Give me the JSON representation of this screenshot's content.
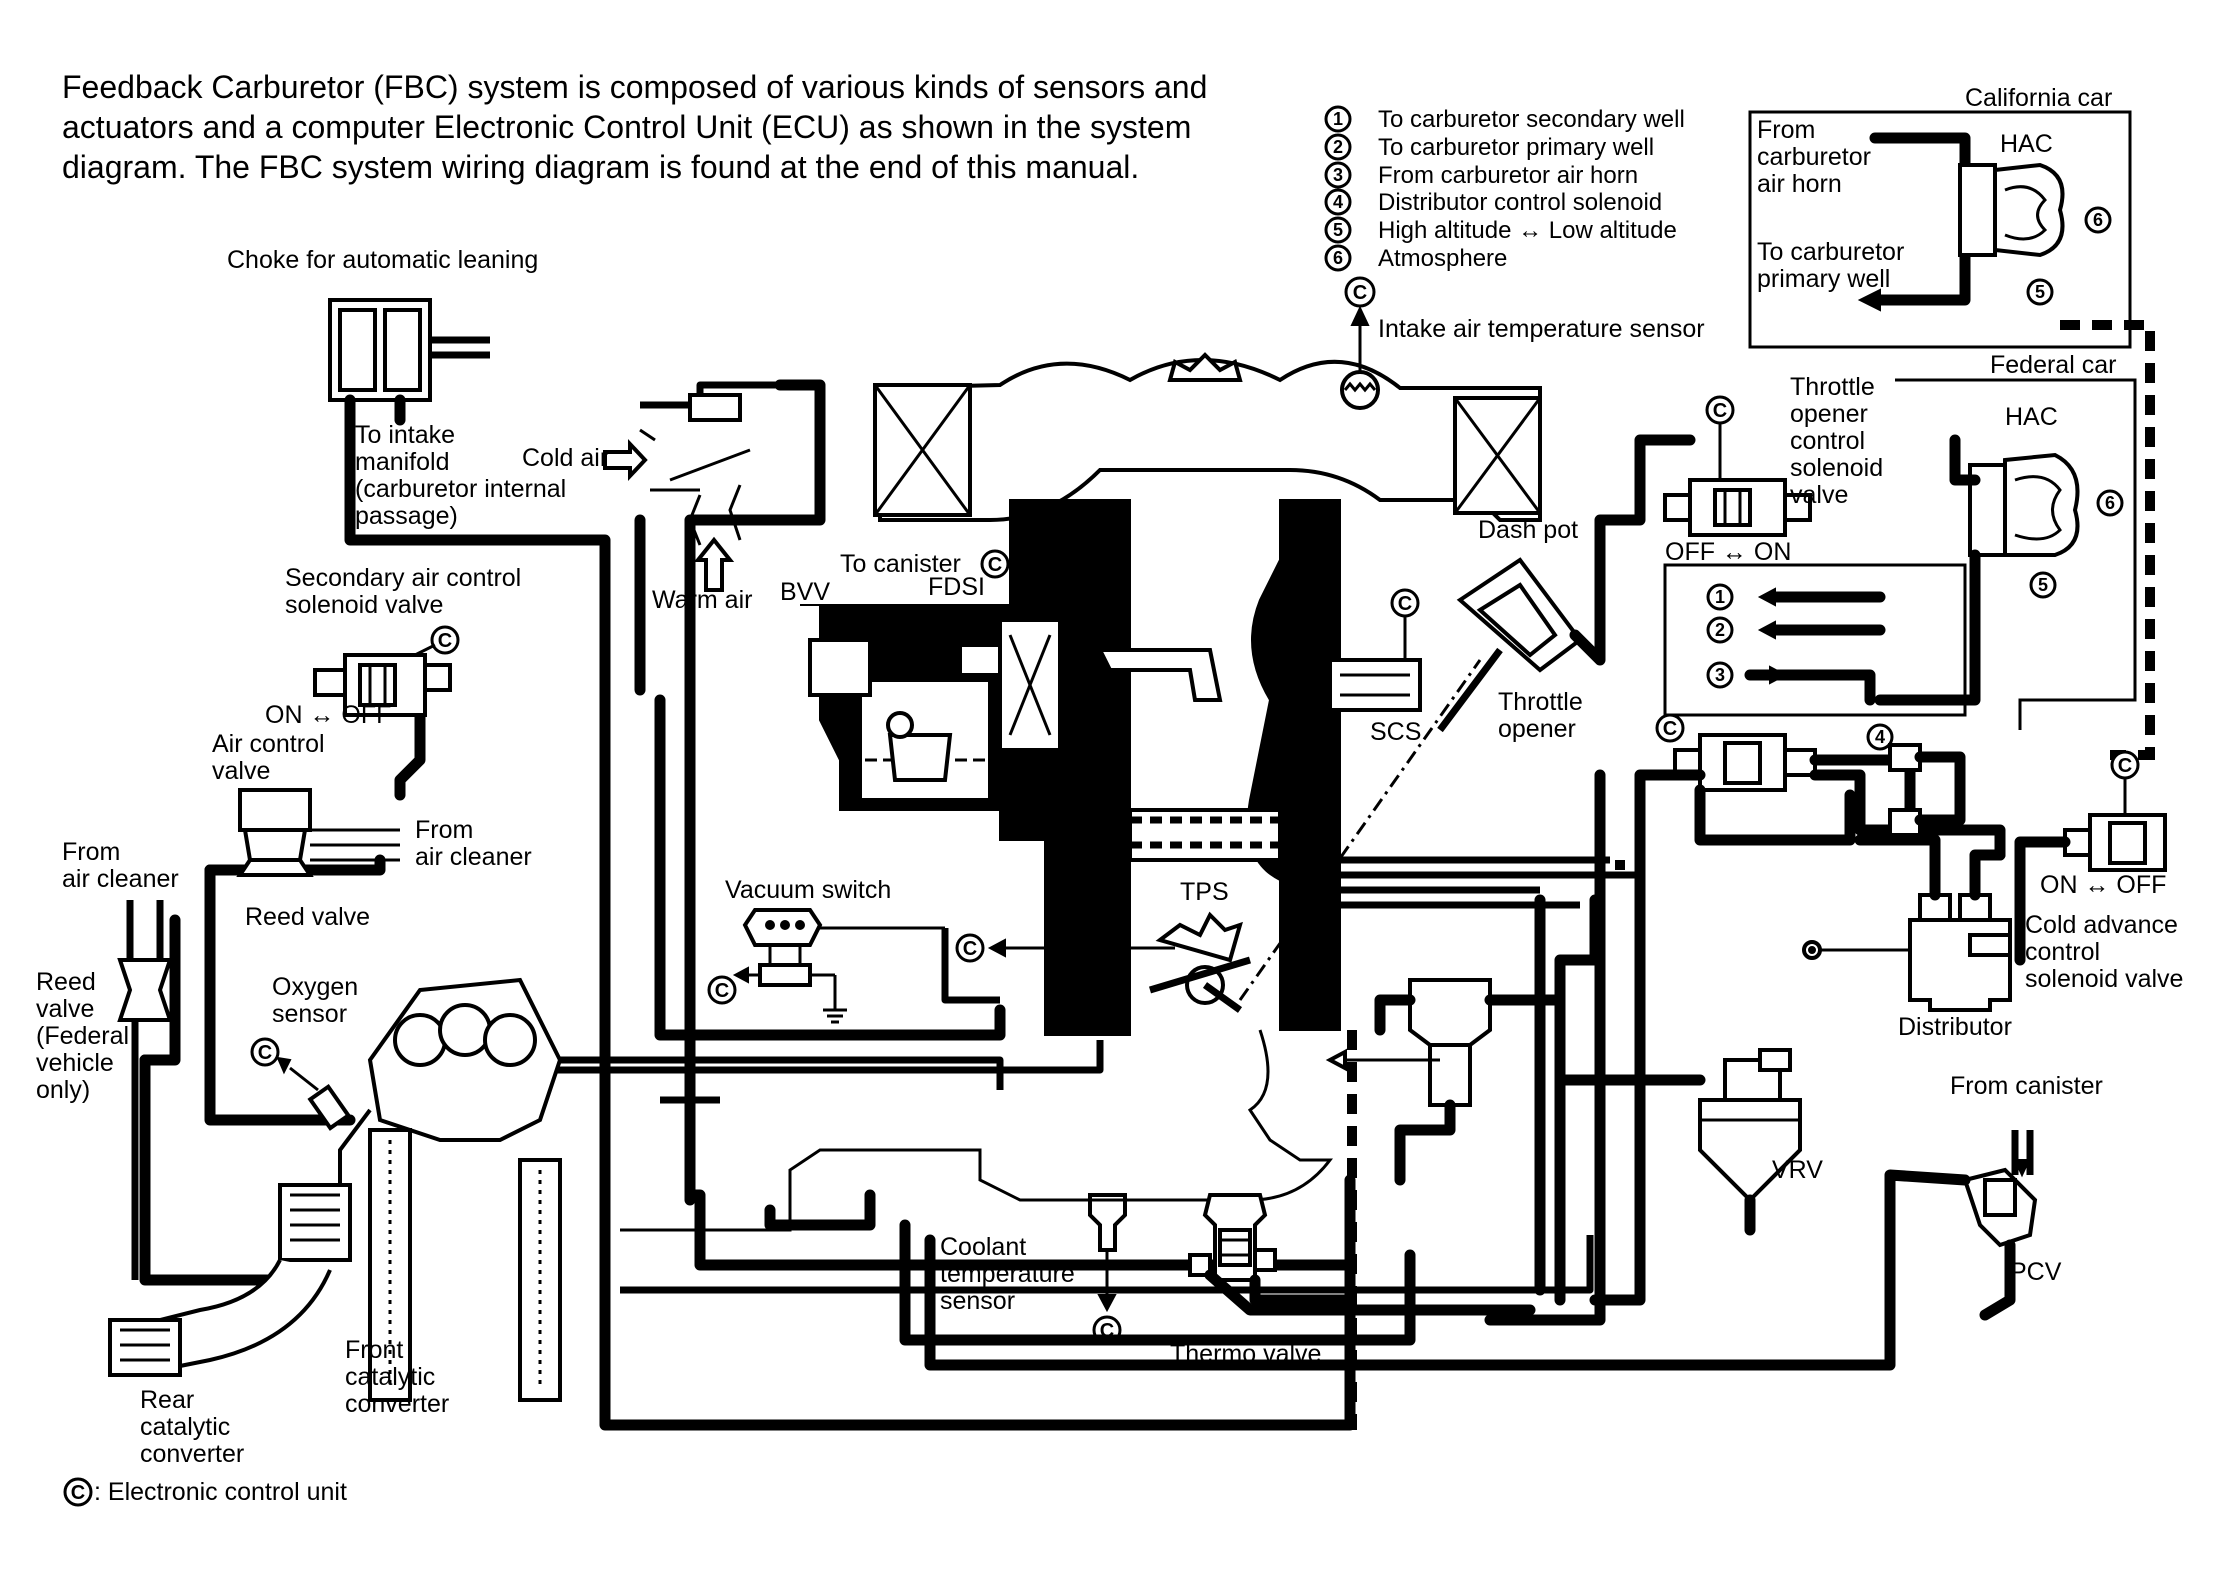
{
  "intro": {
    "line1": "Feedback Carburetor (FBC) system is composed of various kinds of sensors and",
    "line2": "actuators and a computer Electronic Control Unit (ECU) as shown in the system",
    "line3": "diagram. The FBC system wiring diagram is found at the end of this manual."
  },
  "legend": [
    {
      "num": "1",
      "text": "To carburetor secondary well"
    },
    {
      "num": "2",
      "text": "To carburetor primary well"
    },
    {
      "num": "3",
      "text": "From carburetor air horn"
    },
    {
      "num": "4",
      "text": "Distributor control solenoid"
    },
    {
      "num": "5",
      "text": "High altitude ↔ Low altitude"
    },
    {
      "num": "6",
      "text": "Atmosphere"
    }
  ],
  "ecu_symbol": "C",
  "labels": {
    "choke": "Choke for automatic leaning",
    "to_intake_1": "To intake",
    "to_intake_2": "manifold",
    "to_intake_3": "(carburetor internal",
    "to_intake_4": "passage)",
    "cold_air": "Cold air",
    "warm_air": "Warm air",
    "intake_air_temp": "Intake air temperature sensor",
    "california_car": "California car",
    "ca_from_1": "From",
    "ca_from_2": "carburetor",
    "ca_from_3": "air horn",
    "ca_to_1": "To carburetor",
    "ca_to_2": "primary well",
    "hac_ca": "HAC",
    "federal_car": "Federal car",
    "hac_fed": "HAC",
    "throttle_opener_sol_1": "Throttle",
    "throttle_opener_sol_2": "opener",
    "throttle_opener_sol_3": "control",
    "throttle_opener_sol_4": "solenoid",
    "throttle_opener_sol_5": "valve",
    "off_on_top": "OFF ↔ ON",
    "dash_pot": "Dash pot",
    "throttle_opener_1": "Throttle",
    "throttle_opener_2": "opener",
    "scs": "SCS",
    "to_canister": "To canister",
    "bvv": "BVV",
    "fdsi": "FDSI",
    "sec_air_1": "Secondary air control",
    "sec_air_2": "solenoid valve",
    "on_off_left": "ON ↔ OFF",
    "air_ctrl_1": "Air control",
    "air_ctrl_2": "valve",
    "from_air_cleaner_1a": "From",
    "from_air_cleaner_1b": "air cleaner",
    "from_air_cleaner_2a": "From",
    "from_air_cleaner_2b": "air cleaner",
    "reed_valve": "Reed valve",
    "reed_fed_1": "Reed",
    "reed_fed_2": "valve",
    "reed_fed_3": "(Federal",
    "reed_fed_4": "vehicle",
    "reed_fed_5": "only)",
    "oxygen_1": "Oxygen",
    "oxygen_2": "sensor",
    "vacuum_switch": "Vacuum switch",
    "tps": "TPS",
    "coolant_1": "Coolant",
    "coolant_2": "temperature",
    "coolant_3": "sensor",
    "thermo_valve": "Thermo valve",
    "vrv": "VRV",
    "front_cat_1": "Front",
    "front_cat_2": "catalytic",
    "front_cat_3": "converter",
    "rear_cat_1": "Rear",
    "rear_cat_2": "catalytic",
    "rear_cat_3": "converter",
    "on_off_right": "ON ↔ OFF",
    "cold_adv_1": "Cold advance",
    "cold_adv_2": "control",
    "cold_adv_3": "solenoid valve",
    "distributor": "Distributor",
    "from_canister": "From canister",
    "pcv": "PCV",
    "footnote": ": Electronic control unit"
  },
  "colors": {
    "ink": "#000000",
    "paper": "#ffffff"
  }
}
